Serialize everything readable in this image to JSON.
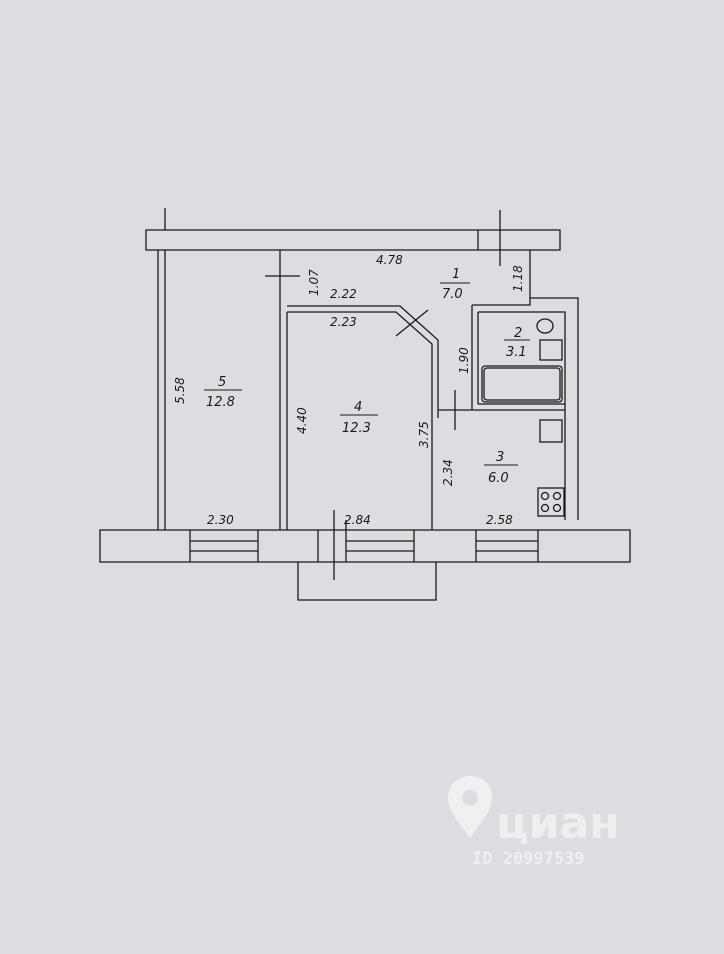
{
  "dimensions": {
    "top_width": "4.78",
    "corridor_depth": "1.07",
    "corridor_width_upper": "2.22",
    "room4_top": "2.23",
    "bath_top_depth": "1.18",
    "bath_height": "1.90",
    "room5_height": "5.58",
    "room4_left_height": "4.40",
    "room4_right_height": "3.75",
    "kitchen_height": "2.34",
    "bottom_room5": "2.30",
    "bottom_room4": "2.84",
    "bottom_kitchen": "2.58"
  },
  "rooms": [
    {
      "number": "1",
      "area": "7.0"
    },
    {
      "number": "2",
      "area": "3.1"
    },
    {
      "number": "3",
      "area": "6.0"
    },
    {
      "number": "4",
      "area": "12.3"
    },
    {
      "number": "5",
      "area": "12.8"
    }
  ],
  "watermark": {
    "brand": "циан",
    "id": "ID 20997539"
  }
}
